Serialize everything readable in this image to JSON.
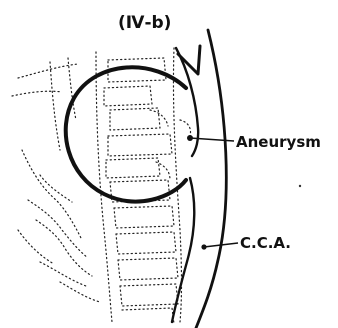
{
  "figure": {
    "title": "(Ⅳ-b)",
    "labels": {
      "aneurysm": "Aneurysm",
      "cca": "C.C.A."
    }
  }
}
